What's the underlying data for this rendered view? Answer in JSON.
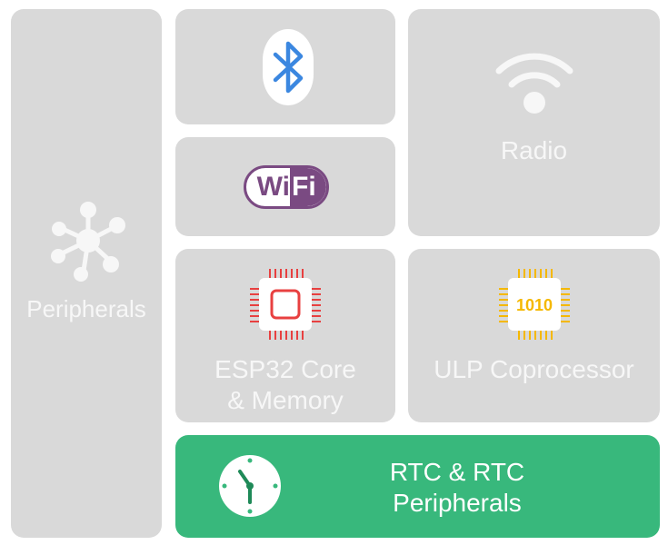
{
  "tiles": {
    "peripherals": {
      "label": "Peripherals",
      "icon": "network-hub-icon"
    },
    "bluetooth": {
      "icon": "bluetooth-icon",
      "icon_color": "#3b87e0"
    },
    "wifi": {
      "logo_text_dark": "Wi",
      "logo_text_light": "Fi",
      "color": "#7a4a82"
    },
    "radio": {
      "label": "Radio",
      "icon": "wireless-signal-icon"
    },
    "esp32": {
      "label": "ESP32 Core\n& Memory",
      "icon": "cpu-chip-icon",
      "accent": "#e84040"
    },
    "ulp": {
      "label": "ULP Coprocessor",
      "chip_text": "1010",
      "accent": "#f5b800"
    },
    "rtc": {
      "label": "RTC & RTC\nPeripherals",
      "icon": "clock-icon",
      "bg": "#38b87c"
    }
  }
}
